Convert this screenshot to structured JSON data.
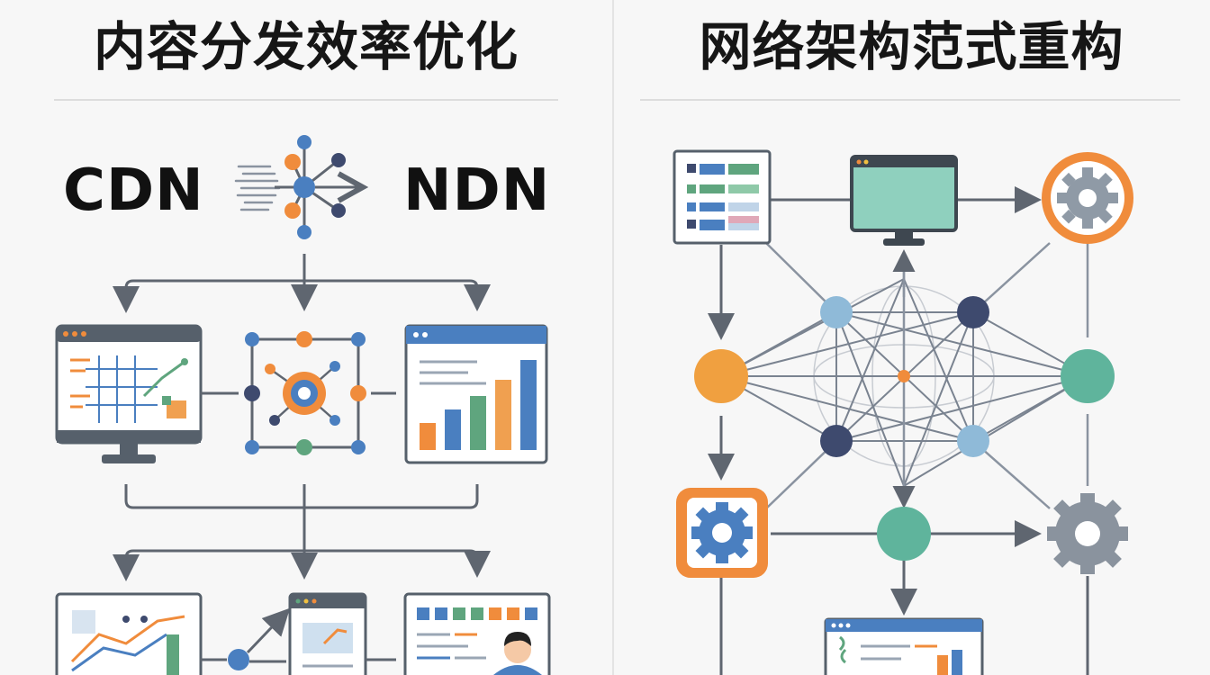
{
  "left": {
    "title": "内容分发效率优化",
    "from_label": "CDN",
    "to_label": "NDN"
  },
  "right": {
    "title": "网络架构范式重构"
  },
  "colors": {
    "orange": "#f08c3c",
    "blue": "#4a7fc0",
    "green": "#5fa57e",
    "teal": "#5fb49c",
    "light_blue": "#8fbad8",
    "navy": "#3e4a6e",
    "gray": "#56606b",
    "line": "#5f6670"
  }
}
